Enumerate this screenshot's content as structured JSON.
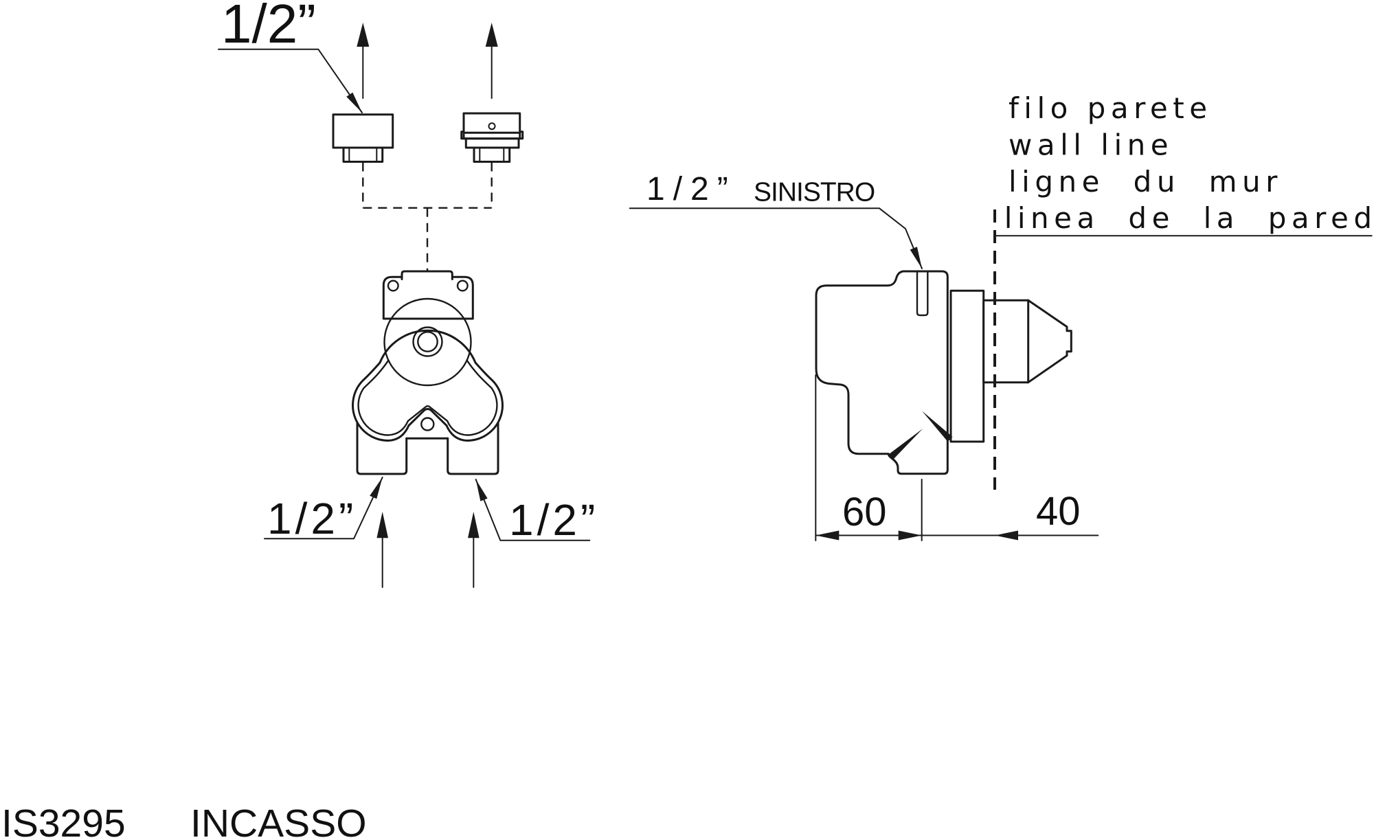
{
  "front_view": {
    "top_label": "1/2”",
    "bottom_left_label": "1/2”",
    "bottom_right_label": "1/2”"
  },
  "side_view": {
    "size_label": "1/2”",
    "side_label": "SINISTRO",
    "wall_text": {
      "line1": "filo parete",
      "line2": "wall line",
      "line3": "ligne  du  mur",
      "line4": "linea  de  la  pared"
    },
    "dim_depth": "60",
    "dim_wall": "40"
  },
  "title": {
    "code": "IS3295",
    "name": "INCASSO"
  },
  "colors": {
    "line": "#1a1a1a",
    "background": "#ffffff"
  }
}
